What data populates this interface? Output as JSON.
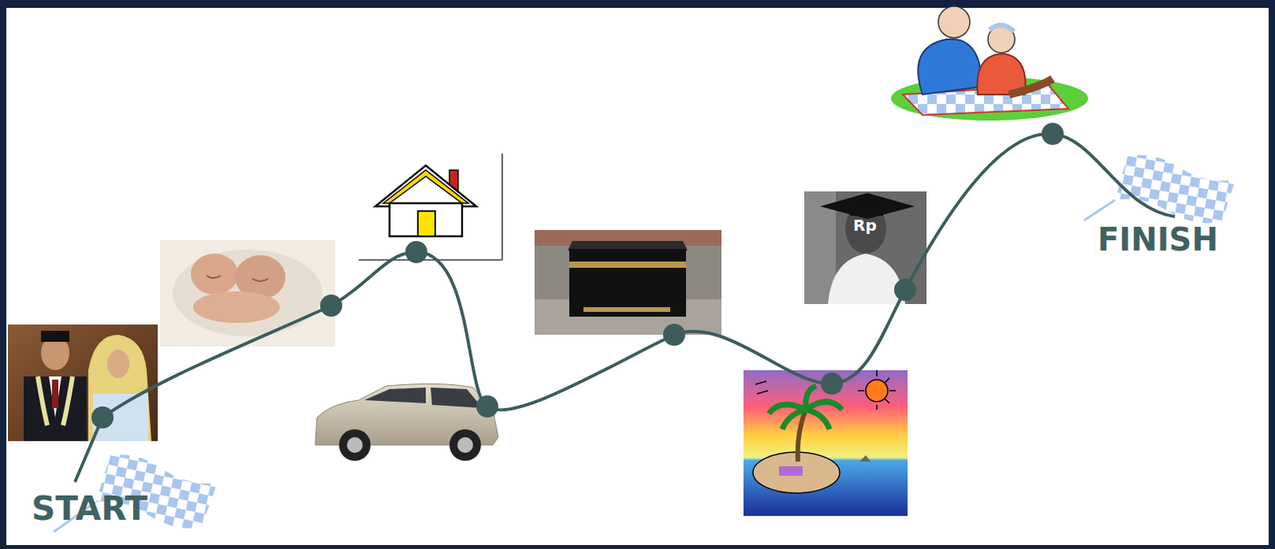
{
  "diagram": {
    "labels": [
      "START",
      "FINISH",
      "Rp"
    ]
  }
}
